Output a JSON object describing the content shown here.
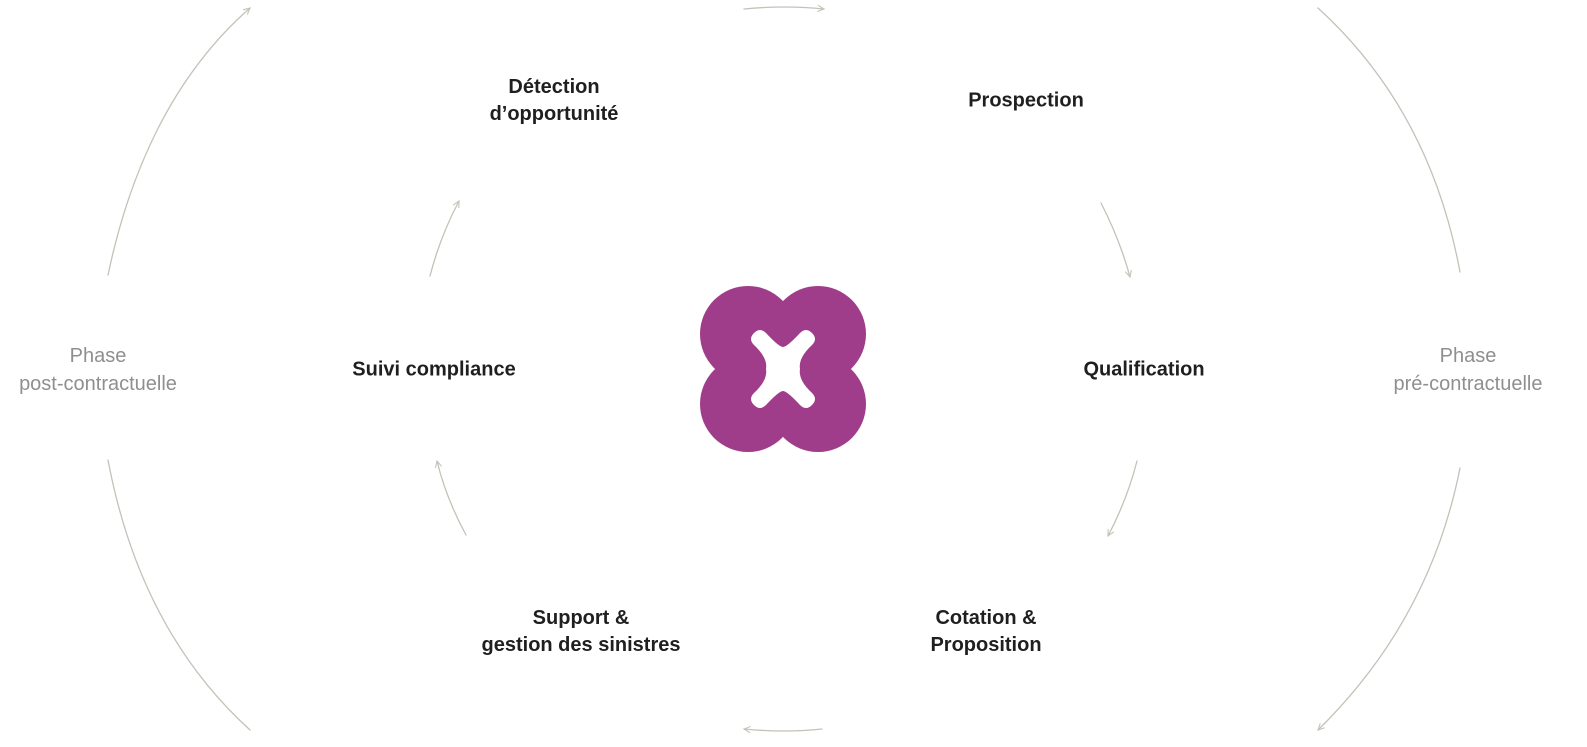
{
  "diagram": {
    "center_logo": "cross-flower-logo",
    "accent_color": "#a03d8a",
    "arrow_color": "#c3c2b8",
    "steps": [
      {
        "id": "detection",
        "lines": [
          "Détection",
          "d’opportunité"
        ]
      },
      {
        "id": "prospection",
        "lines": [
          "Prospection"
        ]
      },
      {
        "id": "qualification",
        "lines": [
          "Qualification"
        ]
      },
      {
        "id": "cotation",
        "lines": [
          "Cotation &",
          "Proposition"
        ]
      },
      {
        "id": "support",
        "lines": [
          "Support &",
          "gestion des sinistres"
        ]
      },
      {
        "id": "suivi",
        "lines": [
          "Suivi compliance"
        ]
      }
    ],
    "phases": [
      {
        "id": "post",
        "lines": [
          "Phase",
          "post-contractuelle"
        ]
      },
      {
        "id": "pre",
        "lines": [
          "Phase",
          "pré-contractuelle"
        ]
      }
    ]
  }
}
